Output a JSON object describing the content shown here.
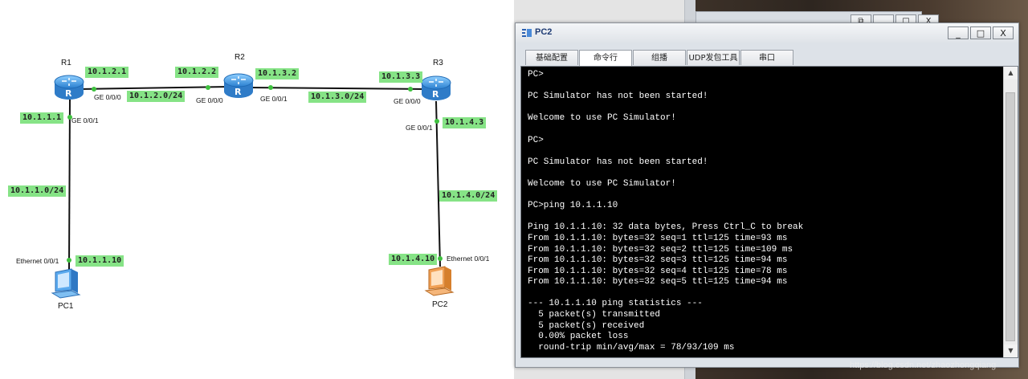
{
  "topology": {
    "devices": {
      "r1": "R1",
      "r2": "R2",
      "r3": "R3",
      "pc1": "PC1",
      "pc2": "PC2"
    },
    "ip_labels": {
      "r1_ge000": "10.1.2.1",
      "r2_ge000": "10.1.2.2",
      "r2_ge001": "10.1.3.2",
      "r3_ge000": "10.1.3.3",
      "r1_ge001": "10.1.1.1",
      "r3_ge001": "10.1.4.3",
      "pc1": "10.1.1.10",
      "pc2": "10.1.4.10"
    },
    "networks": {
      "r1_r2": "10.1.2.0/24",
      "r2_r3": "10.1.3.0/24",
      "r1_pc1": "10.1.1.0/24",
      "r3_pc2": "10.1.4.0/24"
    },
    "ports": {
      "r1_p0": "GE 0/0/0",
      "r1_p1": "GE 0/0/1",
      "r2_p0": "GE 0/0/0",
      "r2_p1": "GE 0/0/1",
      "r3_p0": "GE 0/0/0",
      "r3_p1": "GE 0/0/1",
      "pc1_eth": "Ethernet 0/0/1",
      "pc2_eth": "Ethernet 0/0/1"
    }
  },
  "window": {
    "title": "PC2",
    "controls": {
      "minimize": "_",
      "maximize": "□",
      "close": "X"
    },
    "tabs": [
      "基础配置",
      "命令行",
      "组播",
      "UDP发包工具",
      "串口"
    ],
    "active_tab": "命令行",
    "terminal_lines": [
      "PC>",
      "",
      "PC Simulator has not been started!",
      "",
      "Welcome to use PC Simulator!",
      "",
      "PC>",
      "",
      "PC Simulator has not been started!",
      "",
      "Welcome to use PC Simulator!",
      "",
      "PC>ping 10.1.1.10",
      "",
      "Ping 10.1.1.10: 32 data bytes, Press Ctrl_C to break",
      "From 10.1.1.10: bytes=32 seq=1 ttl=125 time=93 ms",
      "From 10.1.1.10: bytes=32 seq=2 ttl=125 time=109 ms",
      "From 10.1.1.10: bytes=32 seq=3 ttl=125 time=94 ms",
      "From 10.1.1.10: bytes=32 seq=4 ttl=125 time=78 ms",
      "From 10.1.1.10: bytes=32 seq=5 ttl=125 time=94 ms",
      "",
      "--- 10.1.1.10 ping statistics ---",
      "  5 packet(s) transmitted",
      "  5 packet(s) received",
      "  0.00% packet loss",
      "  round-trip min/avg/max = 78/93/109 ms"
    ]
  },
  "parent_window": {
    "controls": {
      "restore": "⧉",
      "minimize": "_",
      "maximize": "□",
      "close": "X"
    }
  },
  "watermark": "https://blog.csdn.net/zhaozhongqiang",
  "colors": {
    "label_bg": "#86e386",
    "port_dot": "#3fc13f",
    "terminal_bg": "#000000",
    "terminal_fg": "#ffffff",
    "router_blue": "#3a8fd6"
  },
  "icons": {
    "router": "router-icon",
    "pc1": "pc-blue-icon",
    "pc2": "pc-orange-icon",
    "app": "ensp-app-icon"
  }
}
